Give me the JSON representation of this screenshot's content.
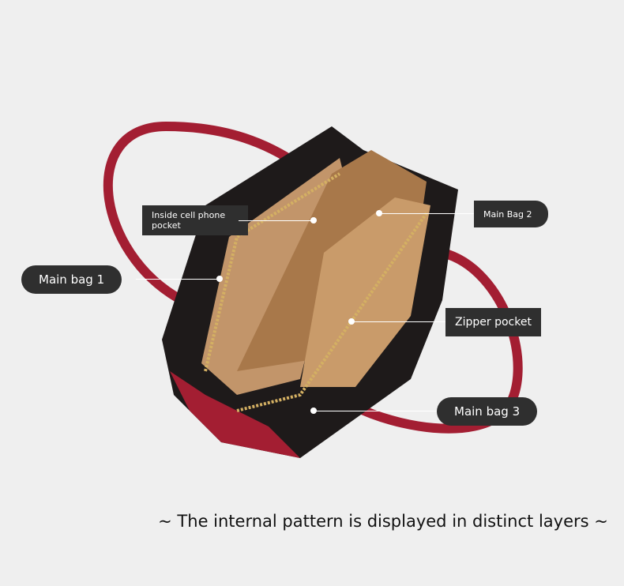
{
  "labels": {
    "phone_pocket": "Inside cell phone pocket",
    "main_bag_2": "Main Bag 2",
    "main_bag_1": "Main bag 1",
    "zipper_pocket": "Zipper pocket",
    "main_bag_3": "Main bag 3"
  },
  "caption": "~ The internal pattern is displayed in distinct layers ~",
  "colors": {
    "background": "#efefef",
    "label": "#2f2f2f",
    "leather_red": "#a31e32",
    "leather_black": "#1e1a1a",
    "lining": "#b98a5a"
  }
}
